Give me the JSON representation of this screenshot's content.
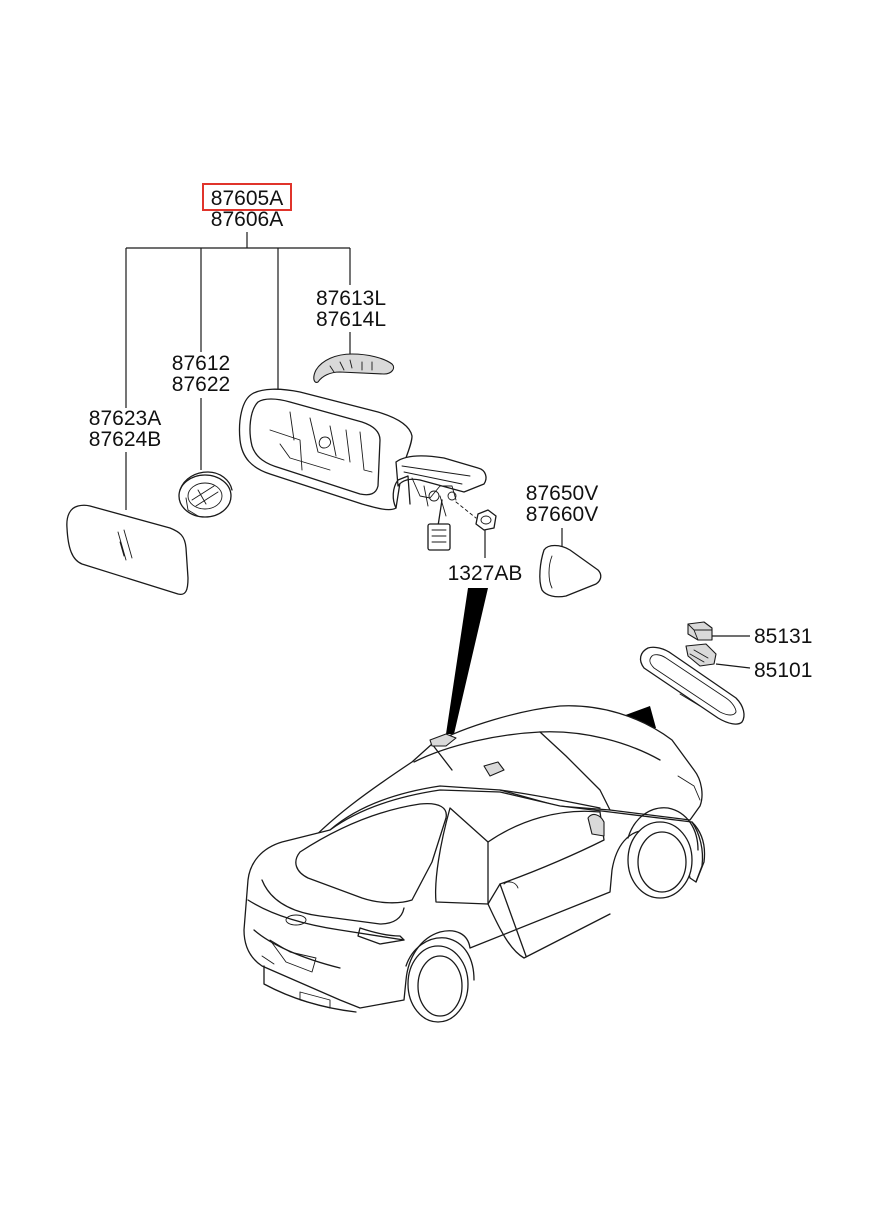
{
  "colors": {
    "line": "#1a1a1a",
    "highlight_box": "#e0342b",
    "background": "#ffffff"
  },
  "labels": {
    "main_assembly_a": "87605A",
    "main_assembly_b": "87606A",
    "side_lamp_a": "87613L",
    "side_lamp_b": "87614L",
    "actuator_a": "87612",
    "actuator_b": "87622",
    "glass_a": "87623A",
    "glass_b": "87624B",
    "cover_a": "87650V",
    "cover_b": "87660V",
    "nut": "1327AB",
    "inside_cover": "85131",
    "inside_mirror": "85101"
  }
}
